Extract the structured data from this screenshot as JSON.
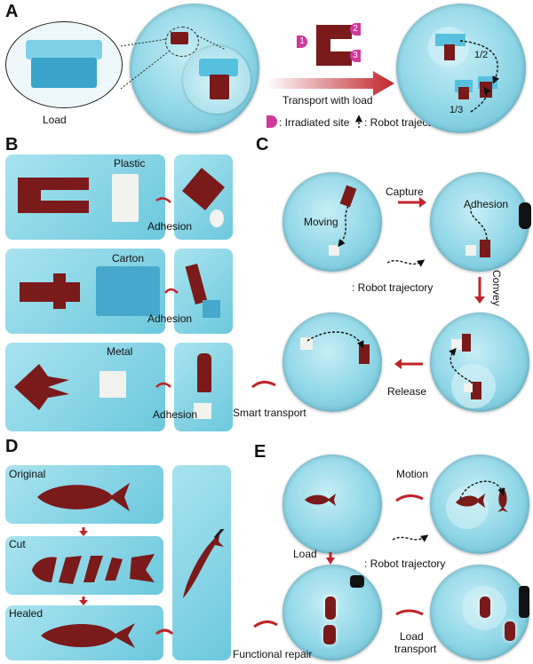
{
  "panels": {
    "A": {
      "letter": "A",
      "load_label": "Load",
      "arrow_label": "Transport with load",
      "site_labels": [
        "1",
        "2",
        "3"
      ],
      "frac_labels": [
        "1/2",
        "1/3"
      ],
      "legend_site": ": Irradiated site",
      "legend_traj": ": Robot trajectory"
    },
    "B": {
      "letter": "B",
      "rows": [
        {
          "material": "Plastic",
          "action": "Adhesion"
        },
        {
          "material": "Carton",
          "action": "Adhesion"
        },
        {
          "material": "Metal",
          "action": "Adhesion"
        }
      ]
    },
    "C": {
      "letter": "C",
      "moving": "Moving",
      "capture": "Capture",
      "adhesion": "Adhesion",
      "convey": "Convey",
      "legend_traj": ": Robot trajectory",
      "release": "Release",
      "smart": "Smart transport"
    },
    "D": {
      "letter": "D",
      "original": "Original",
      "cut": "Cut",
      "healed": "Healed"
    },
    "E": {
      "letter": "E",
      "motion": "Motion",
      "load": "Load",
      "legend_traj": ": Robot trajectory",
      "functional": "Functional repair",
      "load_transport_1": "Load",
      "load_transport_2": "transport"
    }
  },
  "colors": {
    "robot": "#7a1a1a",
    "arrow": "#c0242a",
    "site": "#d0389a",
    "panel_bg": "#8ed3e3"
  }
}
